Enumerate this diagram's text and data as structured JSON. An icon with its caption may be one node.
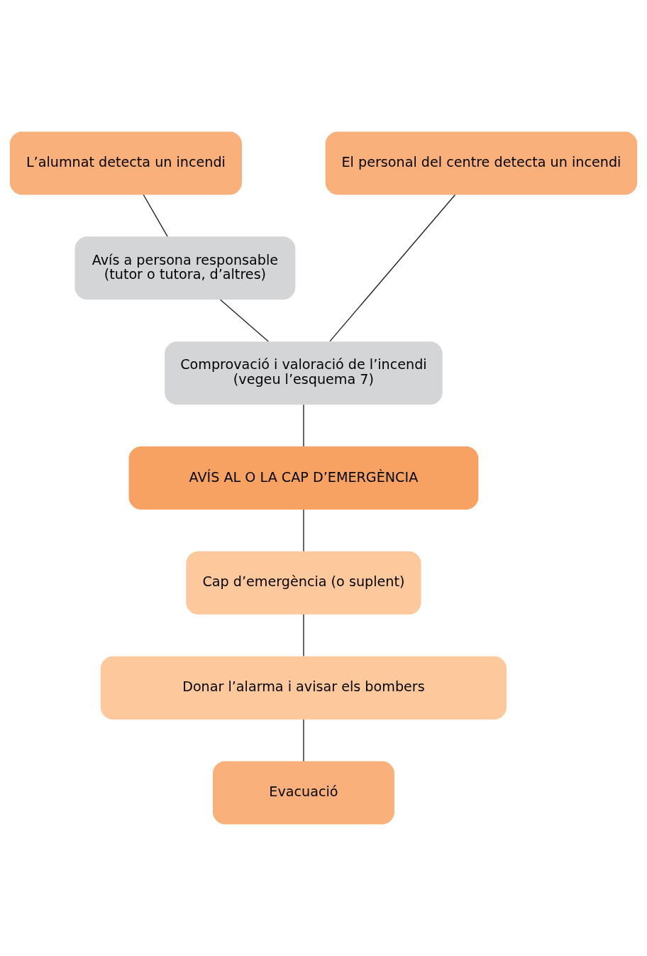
{
  "diagram": {
    "nodes": [
      {
        "text": [
          "L’alumnat detecta un incendi"
        ]
      },
      {
        "text": [
          "El personal del centre detecta un incendi"
        ]
      },
      {
        "text": [
          "Avís a persona responsable",
          "(tutor o tutora, d’altres)"
        ]
      },
      {
        "text": [
          "Comprovació i valoració de l’incendi",
          "(vegeu l’esquema 7)"
        ]
      },
      {
        "text": [
          "AVÍS AL O LA CAP D’EMERGÈNCIA"
        ]
      },
      {
        "text": [
          "Cap d’emergència (o suplent)"
        ]
      },
      {
        "text": [
          "Donar l’alarma i avisar els bombers"
        ]
      },
      {
        "text": [
          "Evacuació"
        ]
      }
    ],
    "edges": [
      {
        "from": 0,
        "to": 2,
        "arrow": "none"
      },
      {
        "from": 2,
        "to": 3,
        "arrow": "none"
      },
      {
        "from": 1,
        "to": 3,
        "arrow": "none"
      },
      {
        "from": 3,
        "to": 4,
        "arrow": "none"
      },
      {
        "from": 4,
        "to": 5,
        "arrow": "none"
      },
      {
        "from": 5,
        "to": 6,
        "arrow": "none"
      },
      {
        "from": 6,
        "to": 7,
        "arrow": "none"
      }
    ]
  }
}
